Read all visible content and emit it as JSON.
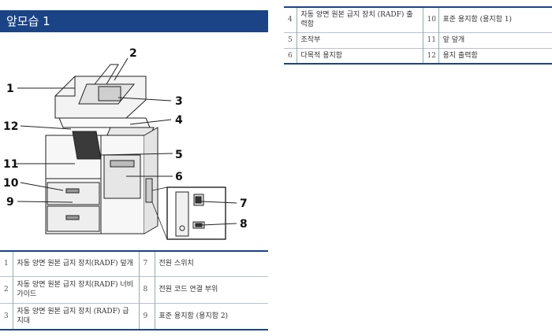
{
  "page_title": "앞모습 1",
  "callouts": [
    "1",
    "2",
    "3",
    "4",
    "5",
    "6",
    "7",
    "8",
    "9",
    "10",
    "11",
    "12"
  ],
  "parts_left": [
    {
      "n1": "1",
      "t1": "자동 양면 원본 급지 장치(RADF) 덮개",
      "n2": "7",
      "t2": "전원 스위치"
    },
    {
      "n1": "2",
      "t1": "자동 양면 원본 급지 장치(RADF) 너비 가이드",
      "n2": "8",
      "t2": "전원 코드 연결 부위"
    },
    {
      "n1": "3",
      "t1": "자동 양면 원본 급지 장치 (RADF) 급지대",
      "n2": "9",
      "t2": "표준 용지함 (용지함 2)"
    }
  ],
  "parts_right": [
    {
      "n1": "4",
      "t1": "자동 양면 원본 급지 장치 (RADF) 출력함",
      "n2": "10",
      "t2": "표준 용지함 (용지함 1)"
    },
    {
      "n1": "5",
      "t1": "조작부",
      "n2": "11",
      "t2": "앞 덮개"
    },
    {
      "n1": "6",
      "t1": "다목적 용지함",
      "n2": "12",
      "t2": "용지 출력함"
    }
  ]
}
